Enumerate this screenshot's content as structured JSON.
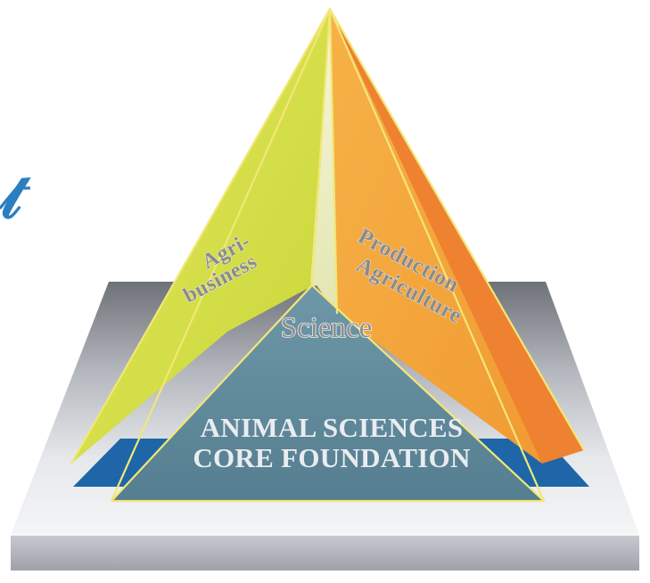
{
  "diagram": {
    "faces": {
      "left": "Agri-",
      "left_line2": "business",
      "right": "Production",
      "right_line2": "Agriculture"
    },
    "center": "Science",
    "base_line1": "ANIMAL SCIENCES",
    "base_line2": "CORE FOUNDATION"
  },
  "colors": {
    "left_face": "#d6e04a",
    "center_strip": "#eceec4",
    "right_face": "#f3a23a",
    "right_back": "#ee8230",
    "base_triangle": "#5f8b9c",
    "blue_stripe": "#1e66a8",
    "outline": "#f4e97a",
    "platform_top": "#c9cdd3",
    "platform_side": "#b8bcc2"
  }
}
